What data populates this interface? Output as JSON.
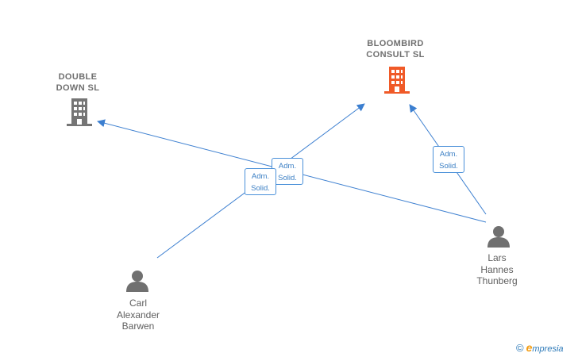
{
  "nodes": {
    "double_down": {
      "kind": "company",
      "lines": [
        "DOUBLE",
        "DOWN SL"
      ],
      "color": "#757575"
    },
    "bloombird": {
      "kind": "company",
      "lines": [
        "BLOOMBIRD",
        "CONSULT SL"
      ],
      "color": "#f05a28"
    },
    "carl": {
      "kind": "person",
      "lines": [
        "Carl",
        "Alexander",
        "Barwen"
      ],
      "color": "#707070"
    },
    "lars": {
      "kind": "person",
      "lines": [
        "Lars",
        "Hannes",
        "Thunberg"
      ],
      "color": "#707070"
    }
  },
  "edges": [
    {
      "from": "lars",
      "to": "double_down",
      "label": [
        "Adm.",
        "Solid."
      ]
    },
    {
      "from": "carl",
      "to": "bloombird",
      "label": [
        "Adm.",
        "Solid."
      ]
    },
    {
      "from": "lars",
      "to": "bloombird",
      "label": [
        "Adm.",
        "Solid."
      ]
    }
  ],
  "edge_color": "#3c7fd0",
  "brand": {
    "copyright": "©",
    "e": "e",
    "rest": "mpresia"
  }
}
